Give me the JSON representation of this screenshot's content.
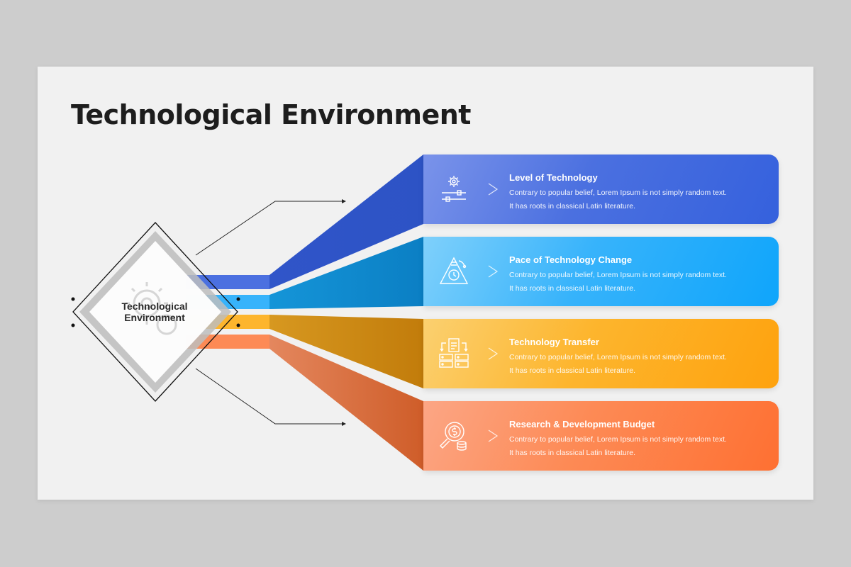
{
  "slide": {
    "title": "Technological Environment",
    "center_label_line1": "Technological",
    "center_label_line2": "Environment"
  },
  "colors": {
    "blue": "#3561dd",
    "sky": "#0fa5fb",
    "amber": "#fea20e",
    "orange": "#fe7032"
  },
  "cards": [
    {
      "title": "Level of Technology",
      "line1": "Contrary to popular belief, Lorem Ipsum is not simply random text.",
      "line2": "It has roots in classical Latin literature.",
      "icon": "gear-sliders-icon"
    },
    {
      "title": "Pace of Technology Change",
      "line1": "Contrary to popular belief, Lorem Ipsum is not simply random text.",
      "line2": "It has roots in classical Latin literature.",
      "icon": "speed-clock-icon"
    },
    {
      "title": "Technology Transfer",
      "line1": "Contrary to popular belief, Lorem Ipsum is not simply random text.",
      "line2": "It has roots in classical Latin literature.",
      "icon": "document-transfer-icon"
    },
    {
      "title": "Research & Development Budget",
      "line1": "Contrary to popular belief, Lorem Ipsum is not simply random text.",
      "line2": "It has roots in classical Latin literature.",
      "icon": "money-search-icon"
    }
  ]
}
